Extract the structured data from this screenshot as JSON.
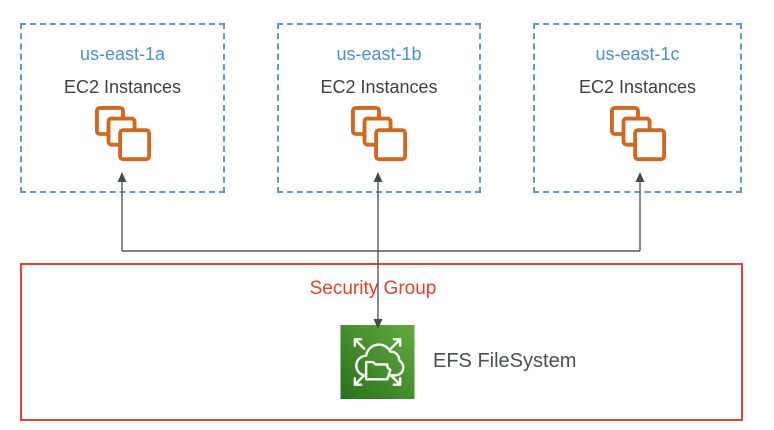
{
  "diagram": {
    "zones": [
      {
        "name": "us-east-1a",
        "resource": "EC2 Instances"
      },
      {
        "name": "us-east-1b",
        "resource": "EC2 Instances"
      },
      {
        "name": "us-east-1c",
        "resource": "EC2 Instances"
      }
    ],
    "security_group": {
      "label": "Security Group"
    },
    "efs": {
      "label": "EFS FileSystem"
    },
    "icons": {
      "ec2": "ec2-instances-stack-icon",
      "efs": "efs-filesystem-icon"
    },
    "colors": {
      "zone_border": "#5b9bd5",
      "zone_label": "#4a90d6",
      "resource_label": "#404040",
      "ec2_icon": "#d2671f",
      "security_group": "#e7402c",
      "connector": "#595959",
      "efs_grad_dark": "#27711a",
      "efs_grad_light": "#63ab3f",
      "efs_label": "#495054"
    }
  }
}
